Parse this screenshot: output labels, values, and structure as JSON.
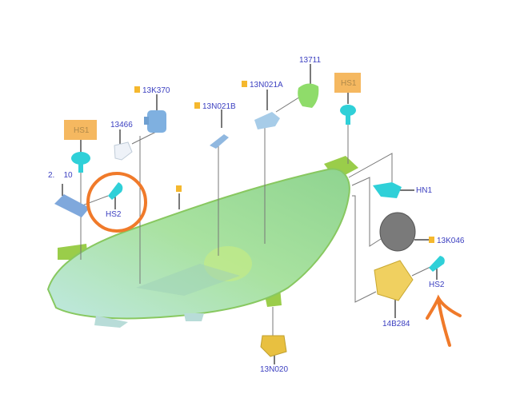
{
  "diagram": {
    "title_hidden": null,
    "parts": {
      "p13711": "13711",
      "hs1_right": "HS1",
      "hs1_left": "HS1",
      "p13N021A": "13N021A",
      "p13K370": "13K370",
      "p13N021B": "13N021B",
      "p13466": "13466",
      "partial_left": "2.    10",
      "hs2_left": "HS2",
      "hn1": "HN1",
      "p13K046": "13K046",
      "hs2_right": "HS2",
      "p14B284": "14B284",
      "p13N020": "13N020"
    },
    "colors": {
      "label_text": "#3b3fc0",
      "marker_square": "#f5b82e",
      "annotation": "#f07a2a",
      "lens": "#a8e0a0",
      "clip_cyan": "#2fd0d8"
    }
  }
}
